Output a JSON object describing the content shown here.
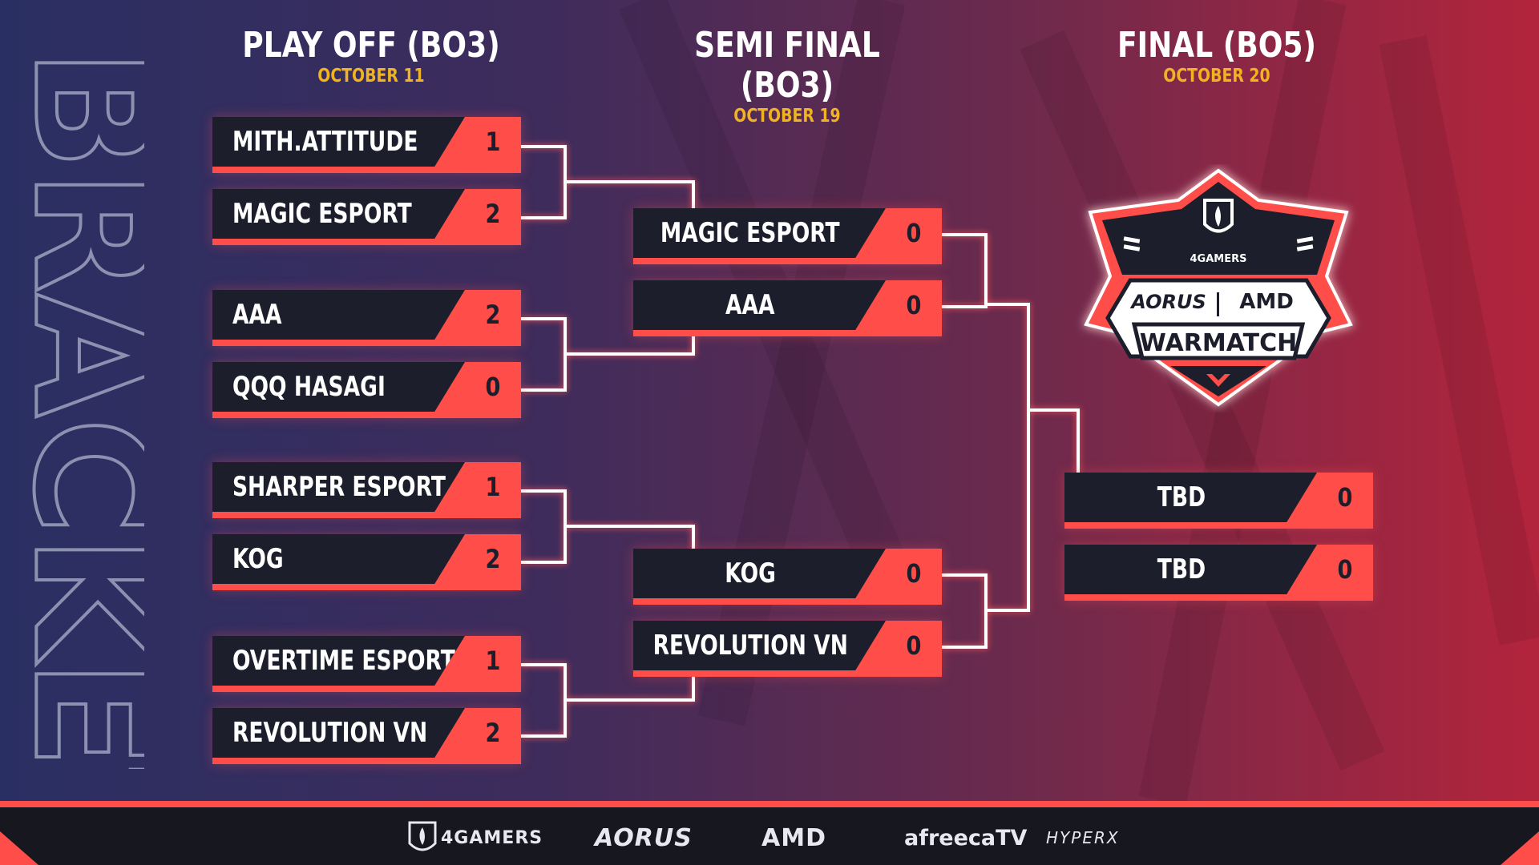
{
  "side_title": "BRACKET",
  "columns": [
    {
      "title": "PLAY OFF (BO3)",
      "date": "OCTOBER 11"
    },
    {
      "title": "SEMI FINAL (BO3)",
      "date": "OCTOBER 19"
    },
    {
      "title": "FINAL (BO5)",
      "date": "OCTOBER 20"
    }
  ],
  "playoff": [
    {
      "name": "MITH.ATTITUDE",
      "score": "1"
    },
    {
      "name": "MAGIC ESPORT",
      "score": "2"
    },
    {
      "name": "AAA",
      "score": "2"
    },
    {
      "name": "QQQ HASAGI",
      "score": "0"
    },
    {
      "name": "SHARPER ESPORT",
      "score": "1"
    },
    {
      "name": "KOG",
      "score": "2"
    },
    {
      "name": "OVERTIME ESPORT",
      "score": "1"
    },
    {
      "name": "REVOLUTION VN",
      "score": "2"
    }
  ],
  "semifinal": [
    {
      "name": "MAGIC ESPORT",
      "score": "0"
    },
    {
      "name": "AAA",
      "score": "0"
    },
    {
      "name": "KOG",
      "score": "0"
    },
    {
      "name": "REVOLUTION VN",
      "score": "0"
    }
  ],
  "final": [
    {
      "name": "TBD",
      "score": "0"
    },
    {
      "name": "TBD",
      "score": "0"
    }
  ],
  "logo": {
    "top": "4GAMERS",
    "brand_left": "AORUS",
    "brand_right": "AMD",
    "banner": "WARMATCH"
  },
  "sponsors": [
    "4GAMERS",
    "AORUS",
    "AMD",
    "afreecaTV",
    "HYPERX"
  ],
  "colors": {
    "accent": "#ff4e4a",
    "dark": "#1c1f2b",
    "date": "#f0b321"
  }
}
